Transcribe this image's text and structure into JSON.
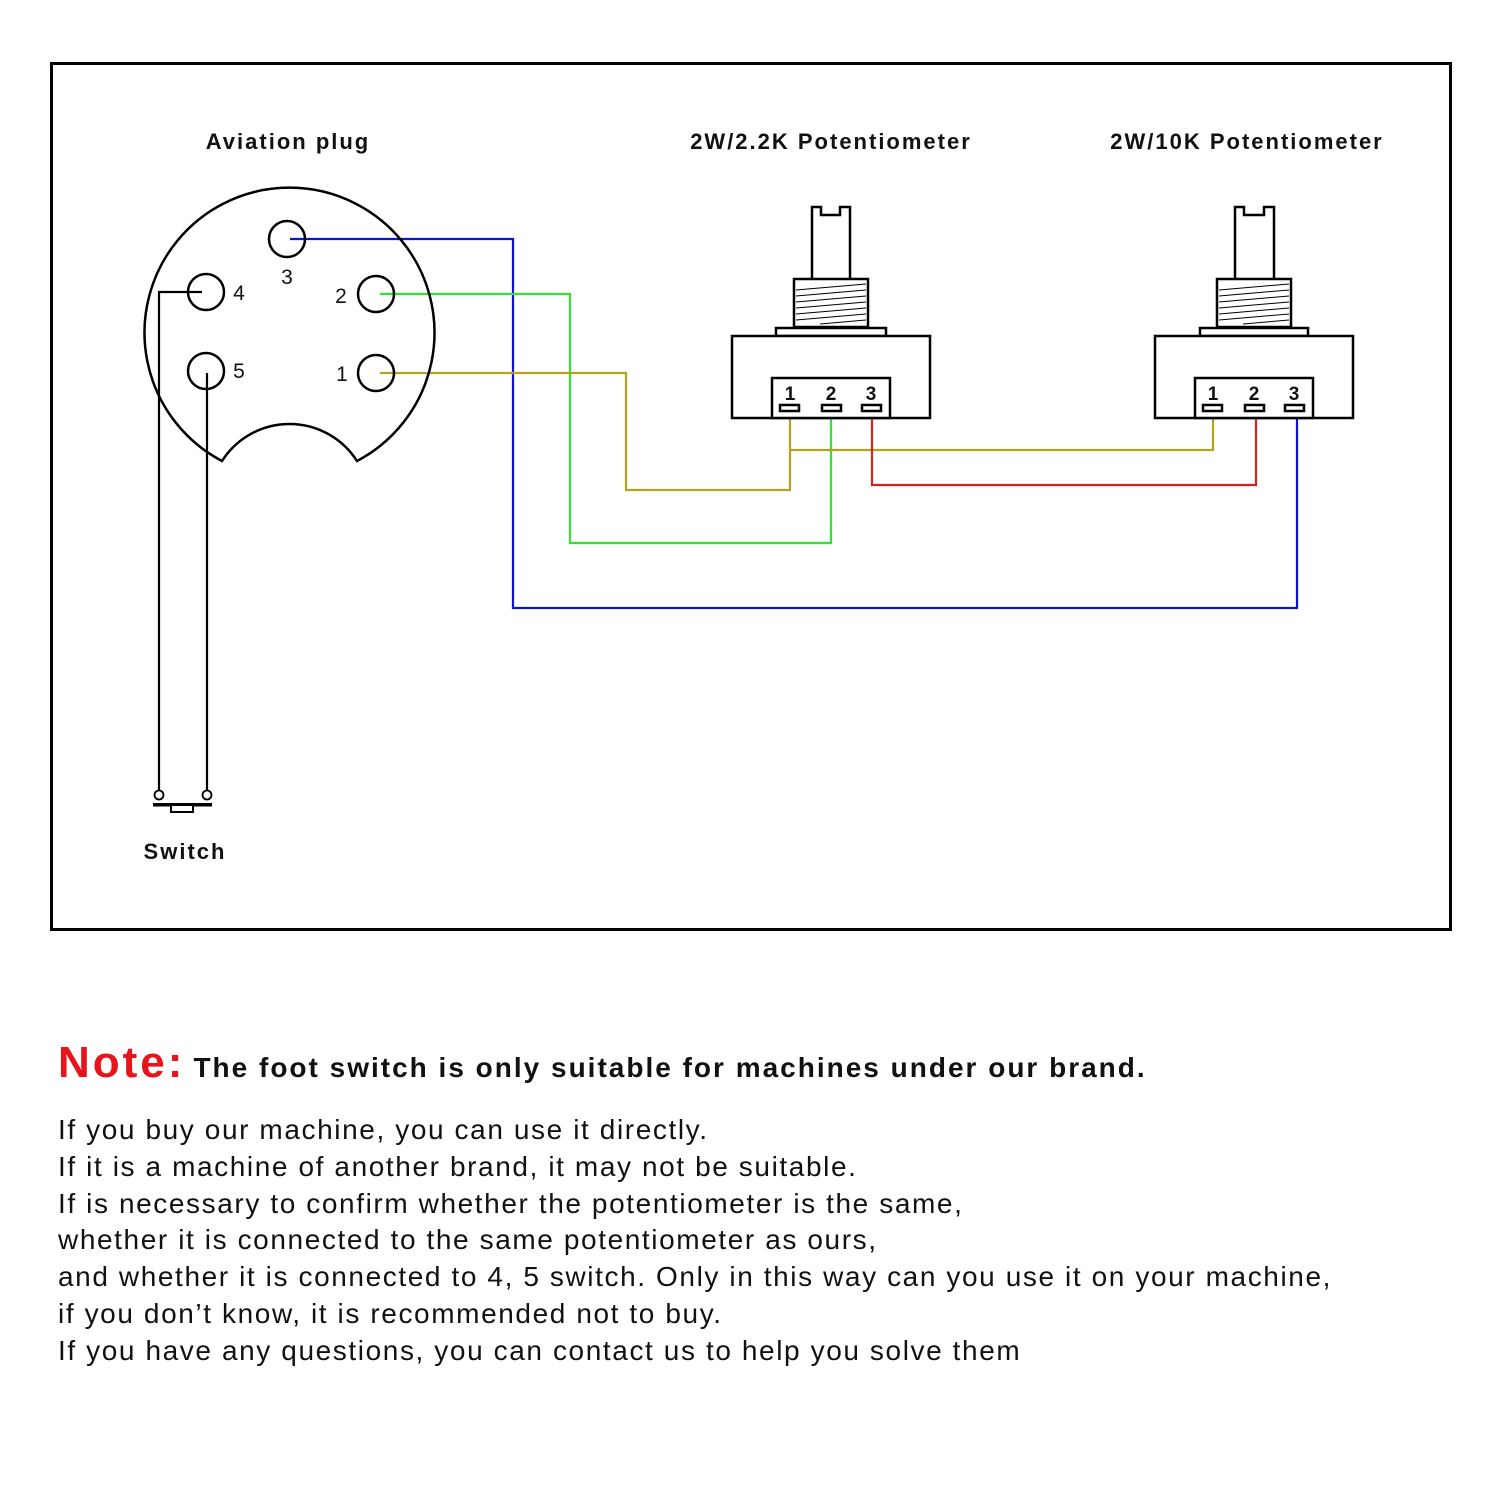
{
  "diagram": {
    "title_plug": "Aviation plug",
    "title_pot1": "2W/2.2K Potentiometer",
    "title_pot2": "2W/10K Potentiometer",
    "switch_label": "Switch",
    "plug_pins": [
      {
        "num": "1"
      },
      {
        "num": "2"
      },
      {
        "num": "3"
      },
      {
        "num": "4"
      },
      {
        "num": "5"
      }
    ],
    "pot1_terminals": [
      "1",
      "2",
      "3"
    ],
    "pot2_terminals": [
      "1",
      "2",
      "3"
    ],
    "wires": [
      {
        "name": "wire-plug3-to-pot2-pin3",
        "color": "#0a14d2",
        "from": "plug pin 3",
        "to": "10K pot pin 3"
      },
      {
        "name": "wire-plug2-to-pot1-pin2",
        "color": "#33e033",
        "from": "plug pin 2",
        "to": "2.2K pot pin 2"
      },
      {
        "name": "wire-plug1-to-pot1-pin1",
        "color": "#b5a21e",
        "from": "plug pin 1",
        "to": "2.2K pot pin 1"
      },
      {
        "name": "wire-pot1-pin1-to-pot2-pin1",
        "color": "#b5a21e",
        "from": "2.2K pot pin 1",
        "to": "10K pot pin 1"
      },
      {
        "name": "wire-pot1-pin3-to-pot2-pin2",
        "color": "#d8201c",
        "from": "2.2K pot pin 3",
        "to": "10K pot pin 2"
      },
      {
        "name": "wire-plug4-to-switch",
        "color": "#000000",
        "from": "plug pin 4",
        "to": "switch"
      },
      {
        "name": "wire-plug5-to-switch",
        "color": "#000000",
        "from": "plug pin 5",
        "to": "switch"
      }
    ]
  },
  "note": {
    "label": "Note:",
    "headline": "The foot switch is only suitable for machines under our brand.",
    "accent_color": "#e8141b",
    "lines": [
      "If you buy our machine, you can use it directly.",
      "If it is a machine of another brand, it may not be suitable.",
      "If is necessary to confirm whether the potentiometer is the same,",
      "whether it is connected to the same potentiometer as ours,",
      "and whether it is connected to 4, 5 switch. Only in this way can you use it on your machine,",
      "if you don’t know, it is recommended not to buy.",
      "If you have any questions, you can contact us to help you solve them"
    ]
  }
}
